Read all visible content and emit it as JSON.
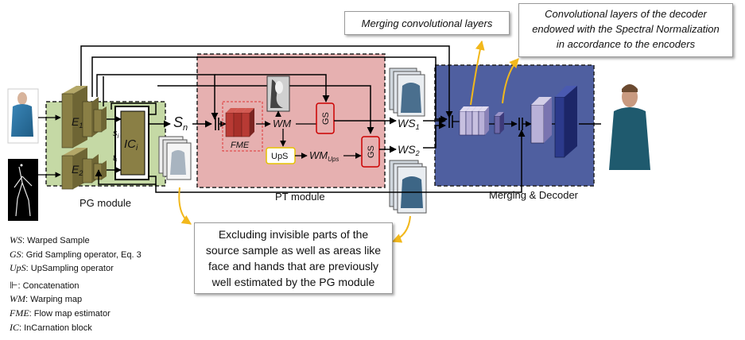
{
  "annotations": {
    "merging_conv": "Merging convolutional layers",
    "decoder_spectral": [
      "Convolutional layers of the decoder",
      "endowed with the Spectral Normalization",
      "in accordance to the encoders"
    ],
    "excluding": [
      "Excluding invisible parts of the",
      "source sample as well as areas like",
      "face and hands that are previously",
      "well estimated by the PG module"
    ]
  },
  "modules": {
    "pg": "PG module",
    "pt": "PT module",
    "md": "Merging & Decoder"
  },
  "symbols": {
    "e1": "E",
    "e1_sub": "1",
    "e2": "E",
    "e2_sub": "2",
    "ic": "IC",
    "ic_sub": "i",
    "si": "s",
    "si_sub": "i",
    "ti": "t",
    "ti_sub": "i",
    "sn": "S",
    "sn_sub": "n",
    "wm": "WM",
    "wm_ups": "WM",
    "wm_ups_sub": "Ups",
    "ws1": "WS",
    "ws1_sub": "1",
    "ws2": "WS",
    "ws2_sub": "2",
    "fme": "FME",
    "gs": "GS",
    "ups": "UpS"
  },
  "legend": [
    {
      "sym": "WS",
      "text": ": Warped Sample"
    },
    {
      "sym": "GS",
      "text": ": Grid Sampling operator, Eq. 3"
    },
    {
      "sym": "UpS",
      "text": ": UpSampling operator"
    },
    {
      "sym": "⊩",
      "text": ": Concatenation"
    },
    {
      "sym": "WM",
      "text": ": Warping map"
    },
    {
      "sym": "FME",
      "text": ": Flow map estimator"
    },
    {
      "sym": "IC",
      "text": ": InCarnation block"
    }
  ],
  "colors": {
    "pg_fill": "#c5d9a5",
    "pt_fill": "#e6b0b0",
    "md_fill": "#4f5fa0",
    "encoder": "#8a7f45",
    "ic_block": "#8a7f45",
    "fme_block": "#b83a34",
    "arrow_yellow": "#f2b81c",
    "gs_border": "#cc0000",
    "ups_border": "#e6c200",
    "decoder_layer": "#c7c0e0"
  }
}
